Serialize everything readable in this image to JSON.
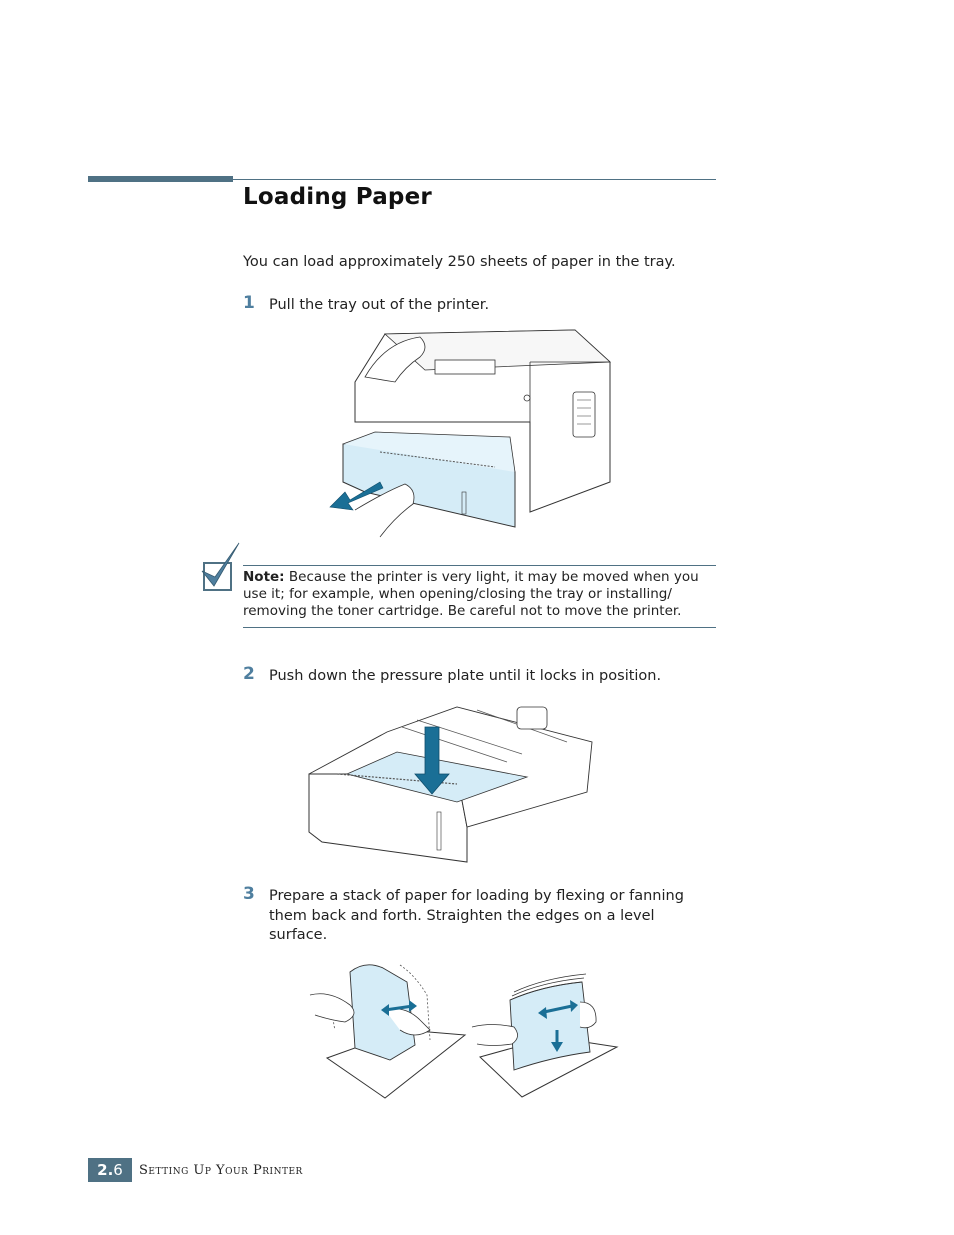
{
  "section": {
    "title": "Loading Paper",
    "intro": "You can load approximately 250 sheets of paper in the tray."
  },
  "steps": [
    {
      "number": "1",
      "text": "Pull the tray out of the printer."
    },
    {
      "number": "2",
      "text": "Push down the pressure plate until it locks in position."
    },
    {
      "number": "3",
      "text": "Prepare a stack of paper for loading by flexing or fanning them back and forth. Straighten the edges on a level surface."
    }
  ],
  "note": {
    "label": "Note:",
    "text": " Because the printer is very light, it may be moved when you use it; for example, when opening/closing the tray or installing/ removing the toner cartridge. Be careful not to move the printer."
  },
  "footer": {
    "chapter": "2.",
    "page": "6",
    "section_title": "Setting Up Your Printer"
  },
  "colors": {
    "accent": "#4f7184",
    "step_number": "#4f7f9f",
    "tray_fill": "#d5ecf7",
    "arrow": "#1a6f96"
  },
  "icons": {
    "note": "checkmark-note-icon"
  }
}
